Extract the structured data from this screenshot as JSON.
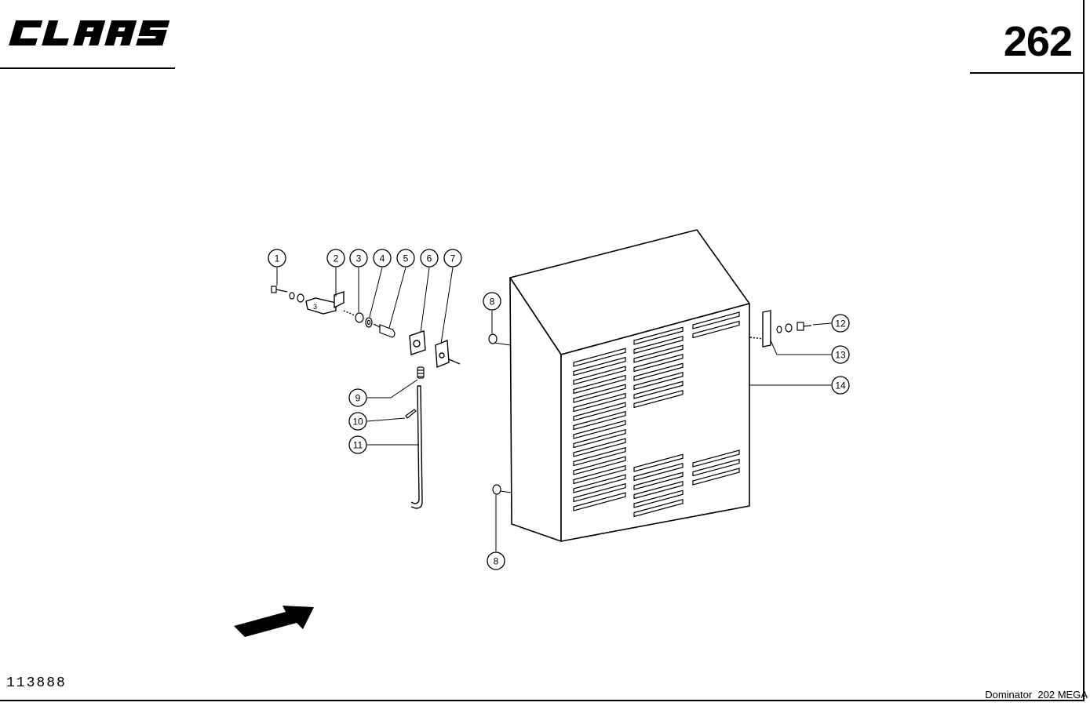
{
  "header": {
    "brand": "CLAAS",
    "page_number": "262"
  },
  "footer": {
    "drawing_number": "113888",
    "machine_model": "Dominator  202 MEGA"
  },
  "callouts": [
    "1",
    "2",
    "3",
    "4",
    "5",
    "6",
    "7",
    "8",
    "8",
    "9",
    "10",
    "11",
    "12",
    "13",
    "14"
  ],
  "part_labels": {
    "bracket_mark": "3"
  }
}
